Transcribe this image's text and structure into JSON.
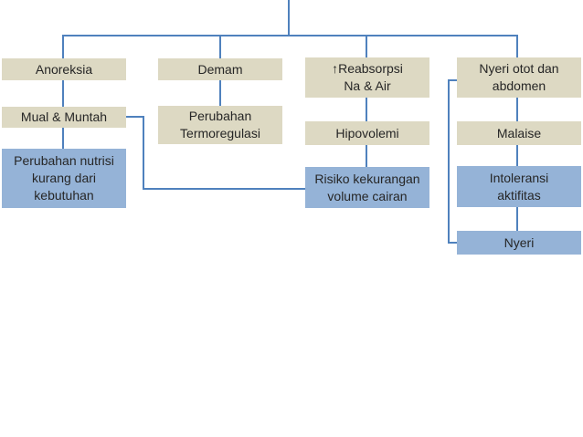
{
  "colors": {
    "background": "#FFFFFF",
    "node_tan_fill": "#DDD9C3",
    "node_blue_fill": "#95B3D7",
    "connector_line": "#4F81BD",
    "text": "#262626"
  },
  "diagram": {
    "type": "flowchart",
    "columns": [
      {
        "nodes": [
          {
            "id": "anoreksia",
            "label": "Anoreksia",
            "variant": "tan"
          },
          {
            "id": "mual-muntah",
            "label": "Mual & Muntah",
            "variant": "tan"
          },
          {
            "id": "perubahan-nutrisi",
            "label": "Perubahan nutrisi\nkurang dari\nkebutuhan",
            "variant": "blue"
          }
        ]
      },
      {
        "nodes": [
          {
            "id": "demam",
            "label": "Demam",
            "variant": "tan"
          },
          {
            "id": "perubahan-termoregulasi",
            "label": "Perubahan\nTermoregulasi",
            "variant": "tan"
          }
        ]
      },
      {
        "nodes": [
          {
            "id": "reabsorpsi-na-air",
            "label": "↑Reabsorpsi\nNa & Air",
            "variant": "tan"
          },
          {
            "id": "hipovolemi",
            "label": "Hipovolemi",
            "variant": "tan"
          },
          {
            "id": "risiko-kekurangan-volume-cairan",
            "label": "Risiko kekurangan\nvolume cairan",
            "variant": "blue"
          }
        ]
      },
      {
        "nodes": [
          {
            "id": "nyeri-otot-abdomen",
            "label": "Nyeri otot dan\nabdomen",
            "variant": "tan"
          },
          {
            "id": "malaise",
            "label": "Malaise",
            "variant": "tan"
          },
          {
            "id": "intoleransi-aktifitas",
            "label": "Intoleransi\naktifitas",
            "variant": "blue"
          },
          {
            "id": "nyeri",
            "label": "Nyeri",
            "variant": "blue"
          }
        ]
      }
    ],
    "edges": [
      {
        "from": "trunk",
        "to": "anoreksia"
      },
      {
        "from": "trunk",
        "to": "demam"
      },
      {
        "from": "trunk",
        "to": "reabsorpsi-na-air"
      },
      {
        "from": "trunk",
        "to": "nyeri-otot-abdomen"
      },
      {
        "from": "anoreksia",
        "to": "mual-muntah"
      },
      {
        "from": "mual-muntah",
        "to": "perubahan-nutrisi"
      },
      {
        "from": "mual-muntah",
        "to": "risiko-kekurangan-volume-cairan"
      },
      {
        "from": "demam",
        "to": "perubahan-termoregulasi"
      },
      {
        "from": "reabsorpsi-na-air",
        "to": "hipovolemi"
      },
      {
        "from": "hipovolemi",
        "to": "risiko-kekurangan-volume-cairan"
      },
      {
        "from": "nyeri-otot-abdomen",
        "to": "malaise"
      },
      {
        "from": "malaise",
        "to": "intoleransi-aktifitas"
      },
      {
        "from": "intoleransi-aktifitas",
        "to": "nyeri"
      },
      {
        "from": "nyeri-otot-abdomen",
        "to": "nyeri"
      }
    ]
  }
}
